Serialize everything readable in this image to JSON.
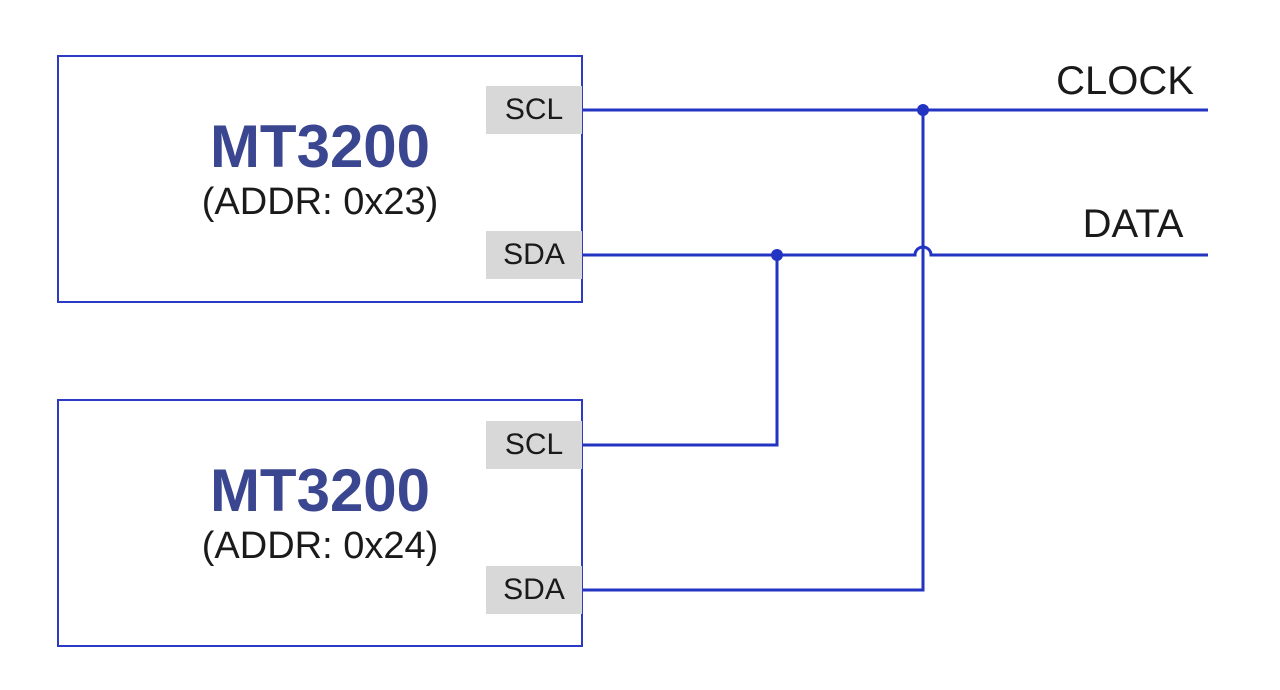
{
  "diagram": {
    "kind": "i2c-bus-wiring-diagram",
    "devices": [
      {
        "title": "MT3200",
        "address_label": "(ADDR: 0x23)",
        "pins": [
          "SCL",
          "SDA"
        ]
      },
      {
        "title": "MT3200",
        "address_label": "(ADDR: 0x24)",
        "pins": [
          "SCL",
          "SDA"
        ]
      }
    ],
    "buses": [
      {
        "label": "CLOCK"
      },
      {
        "label": "DATA"
      }
    ],
    "connections": [
      "device1.SCL -> CLOCK bus (junction dot)",
      "device1.SDA -> DATA bus (junction dot)",
      "device2.SCL -> vertical branch up to DATA bus junction",
      "device2.SDA -> vertical branch up to CLOCK bus junction, hopping over DATA line"
    ]
  },
  "theme": {
    "canvas-bg": "#ffffff",
    "wire-blue": "#2334c2",
    "box-border-blue": "#2c3ac4",
    "device-title-navy": "#3b4690",
    "pin-bg-gray": "#d8d8d8",
    "ink": "#1a1a1a"
  }
}
